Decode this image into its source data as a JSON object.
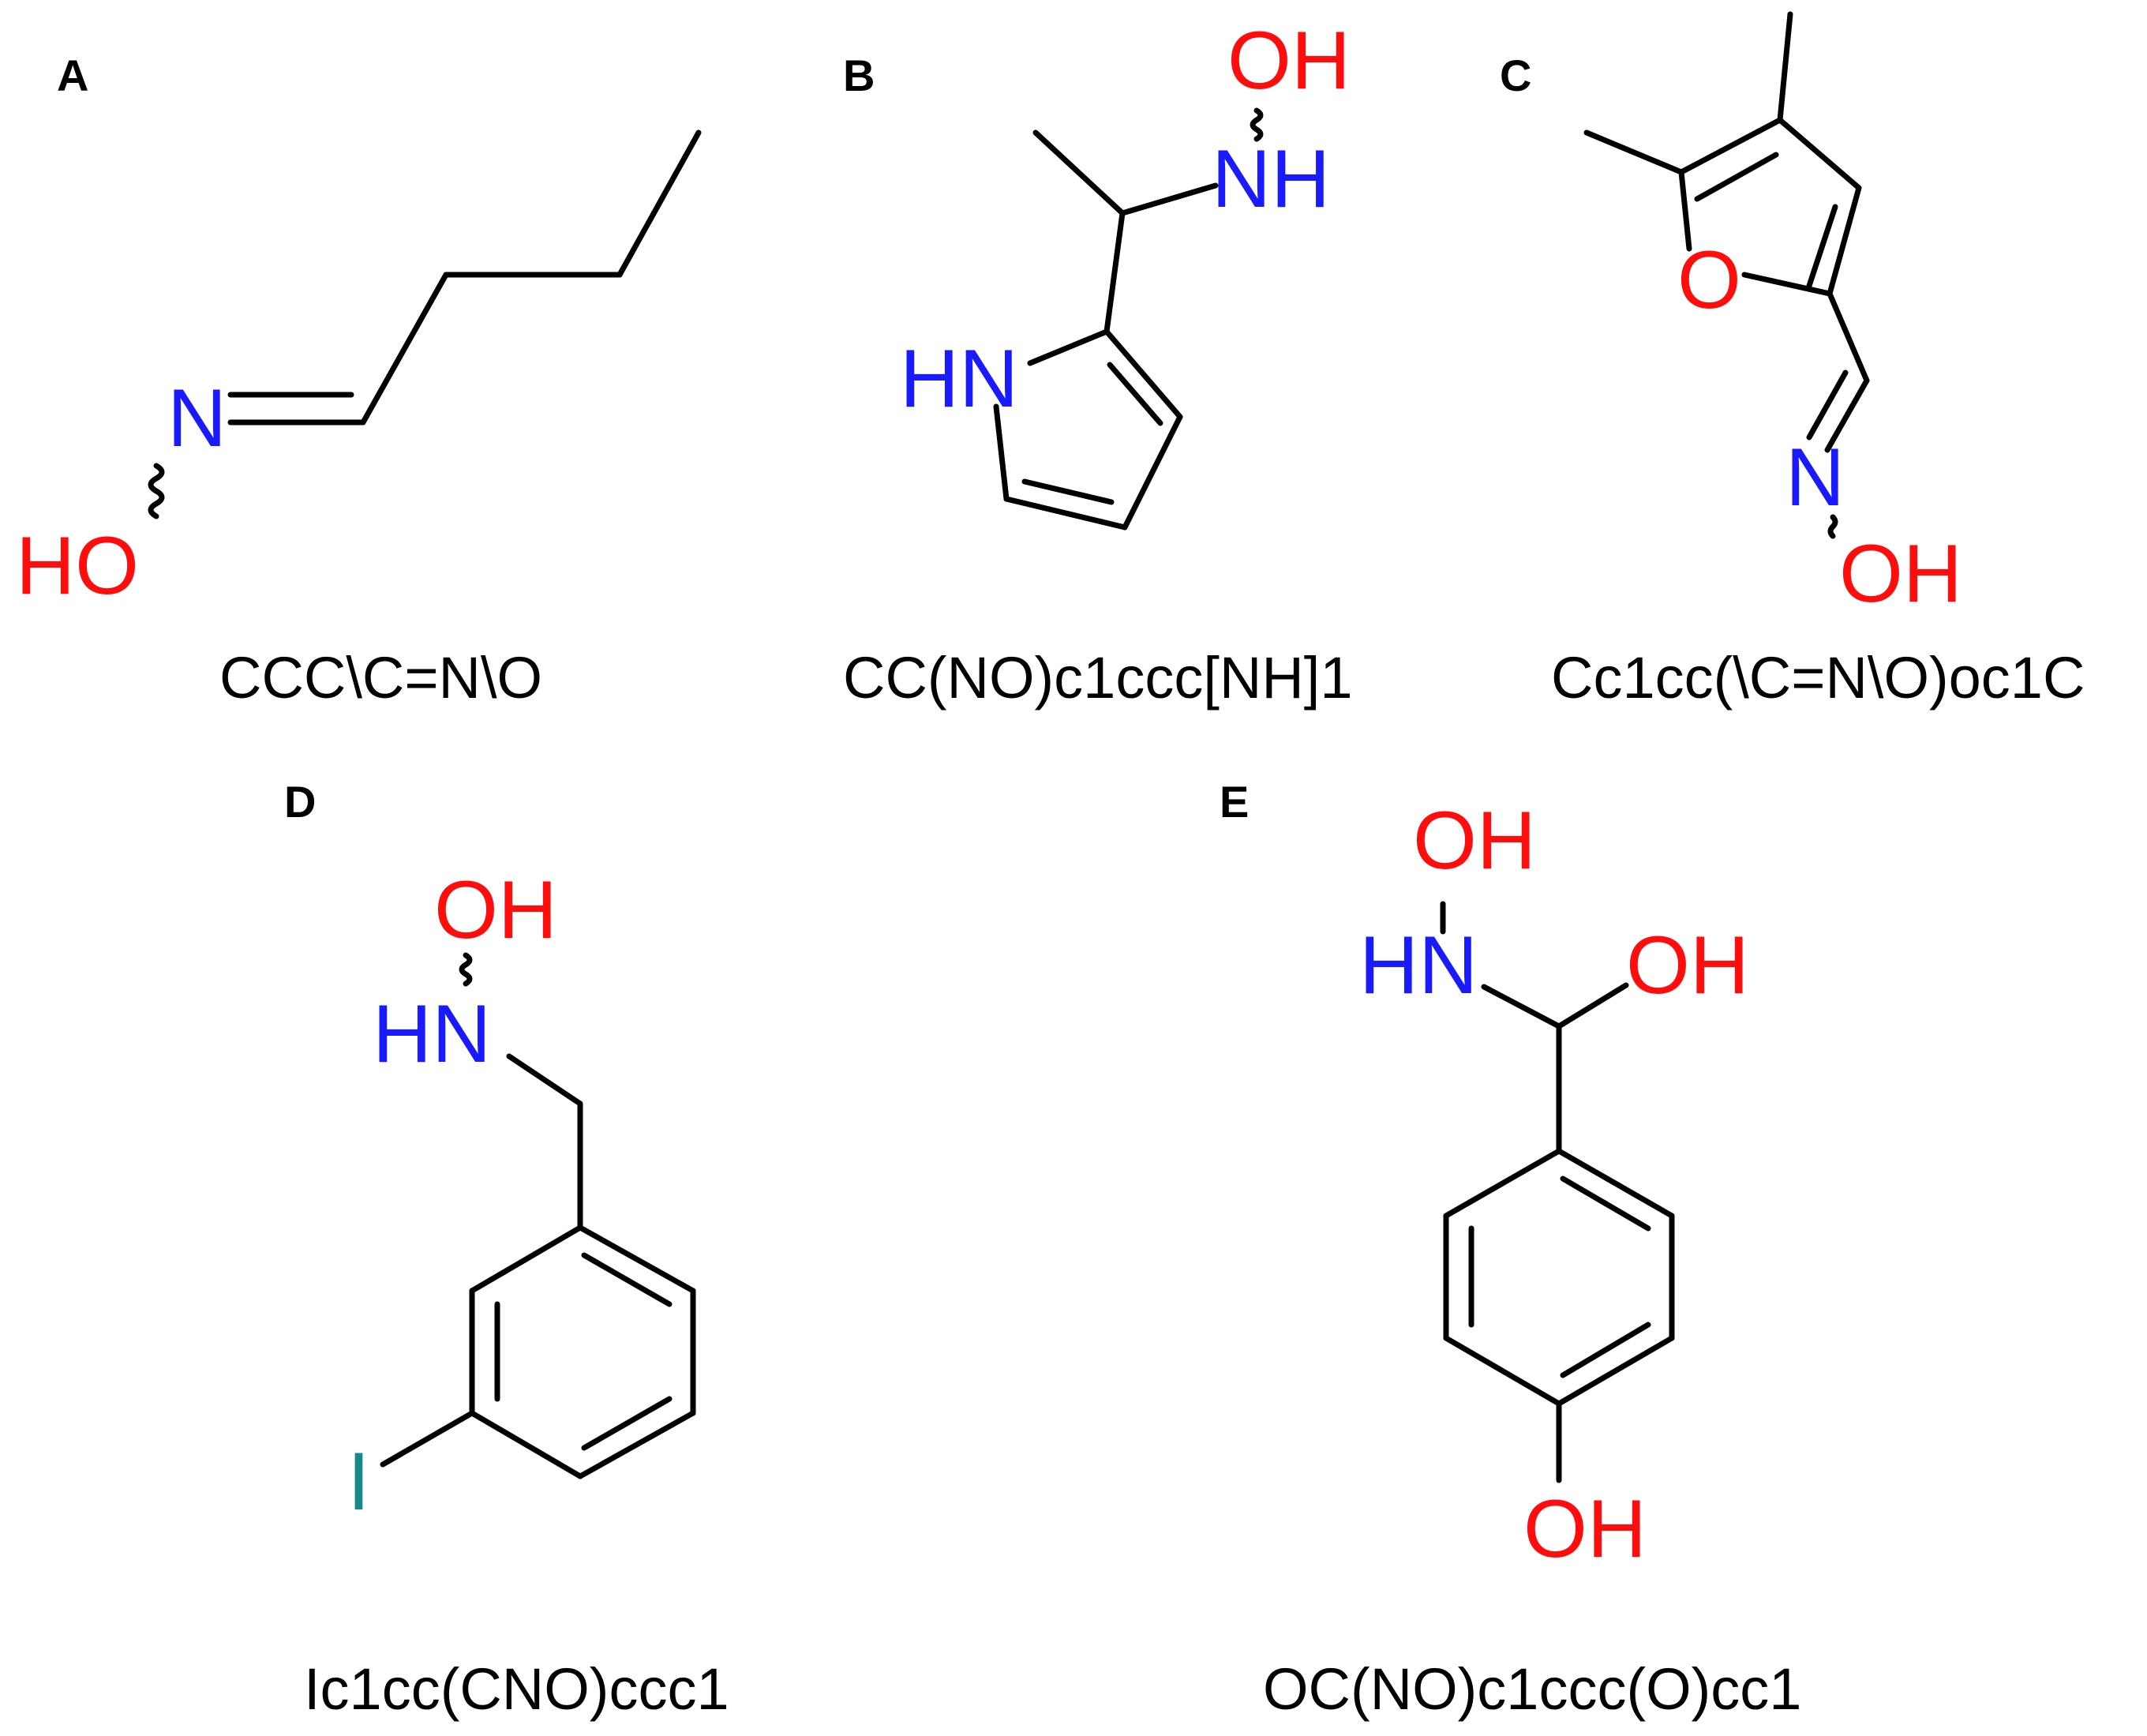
{
  "colors": {
    "oxygen": "#ff0d0d",
    "nitrogen": "#1a1aff",
    "iodine": "#148a8a",
    "bond": "#000000"
  },
  "panels": {
    "A": {
      "label": "A",
      "smiles": "CCC\\C=N\\O",
      "atoms": {
        "n": "N",
        "o": "HO"
      }
    },
    "B": {
      "label": "B",
      "smiles": "CC(NO)c1ccc[NH]1",
      "atoms": {
        "oh": "OH",
        "nh": "NH",
        "hn": "HN"
      }
    },
    "C": {
      "label": "C",
      "smiles": "Cc1cc(\\C=N\\O)oc1C",
      "atoms": {
        "o_ring": "O",
        "n": "N",
        "oh": "OH"
      }
    },
    "D": {
      "label": "D",
      "smiles": "Ic1cc(CNO)ccc1",
      "atoms": {
        "oh": "OH",
        "hn": "HN",
        "i": "I"
      }
    },
    "E": {
      "label": "E",
      "smiles": "OC(NO)c1ccc(O)cc1",
      "atoms": {
        "oh_top": "OH",
        "hn": "HN",
        "oh_right": "OH",
        "oh_bottom": "OH"
      }
    }
  }
}
